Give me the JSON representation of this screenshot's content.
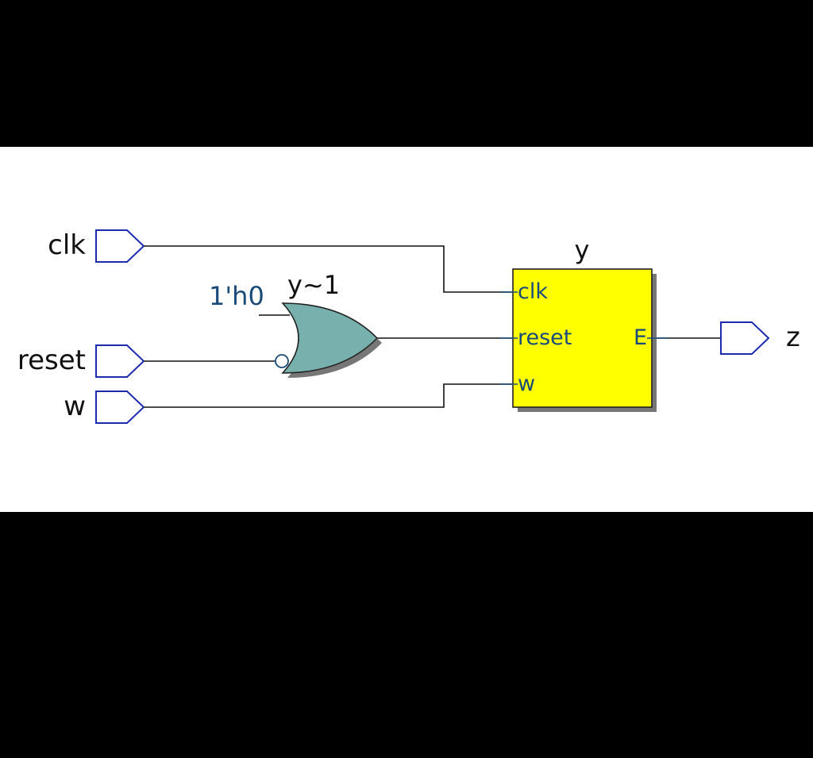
{
  "inputs": [
    {
      "name": "clk"
    },
    {
      "name": "reset"
    },
    {
      "name": "w"
    }
  ],
  "outputs": [
    {
      "name": "z"
    }
  ],
  "gate": {
    "instance": "y~1",
    "constant": "1'h0",
    "fill": "#78b0ae",
    "inverted_input": "reset"
  },
  "block": {
    "instance": "y",
    "fill": "#ffff00",
    "ports_in": [
      "clk",
      "reset",
      "w"
    ],
    "port_out": "E"
  }
}
